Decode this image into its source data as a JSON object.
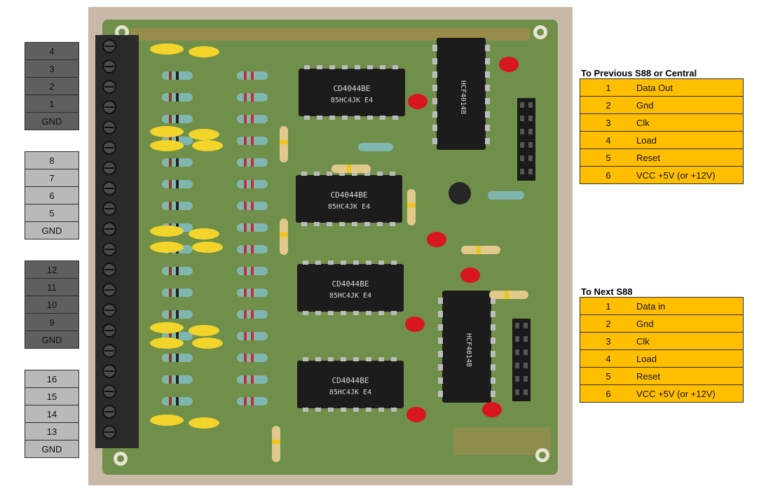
{
  "left_pins": [
    {
      "shade": "dark",
      "labels": [
        "4",
        "3",
        "2",
        "1",
        "GND"
      ]
    },
    {
      "shade": "light",
      "labels": [
        "8",
        "7",
        "6",
        "5",
        "GND"
      ]
    },
    {
      "shade": "dark",
      "labels": [
        "12",
        "11",
        "10",
        "9",
        "GND"
      ]
    },
    {
      "shade": "light",
      "labels": [
        "16",
        "15",
        "14",
        "13",
        "GND"
      ]
    }
  ],
  "previous": {
    "title": "To Previous S88 or Central",
    "rows": [
      {
        "num": "1",
        "signal": "Data Out"
      },
      {
        "num": "2",
        "signal": "Gnd"
      },
      {
        "num": "3",
        "signal": "Clk"
      },
      {
        "num": "4",
        "signal": "Load"
      },
      {
        "num": "5",
        "signal": "Reset"
      },
      {
        "num": "6",
        "signal": "VCC +5V (or +12V)"
      }
    ]
  },
  "next": {
    "title": "To Next S88",
    "rows": [
      {
        "num": "1",
        "signal": "Data in"
      },
      {
        "num": "2",
        "signal": "Gnd"
      },
      {
        "num": "3",
        "signal": "Clk"
      },
      {
        "num": "4",
        "signal": "Load"
      },
      {
        "num": "5",
        "signal": "Reset"
      },
      {
        "num": "6",
        "signal": "VCC +5V (or +12V)"
      }
    ]
  },
  "board": {
    "chip_label": "CD4044BE",
    "chip_code": "85HC4JK E4",
    "shift_chip_label": "HCF4014B",
    "colors": {
      "photo_bg": "#c9b8a8",
      "pcb": "#6f8f4a",
      "terminal": "#2a2a2a",
      "chip": "#1c1c1c",
      "resistor": "#7fb6b0",
      "cap_yellow": "#f2d42a",
      "cap_red": "#d8161e"
    }
  }
}
